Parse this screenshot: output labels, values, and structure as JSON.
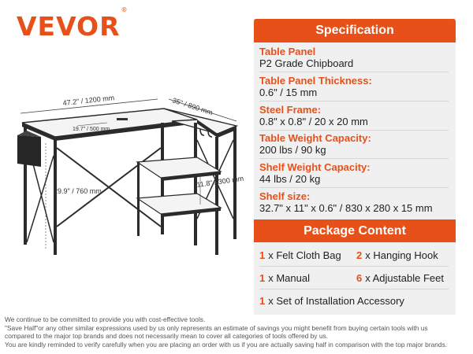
{
  "brand": {
    "name": "VEVOR",
    "mark": "®",
    "color": "#e8501a"
  },
  "illustration": {
    "width_label": "47.2\" / 1200 mm",
    "depth_label": "35\" / 890 mm",
    "inner_width_label": "19.7\" / 500 mm",
    "height_label": "29.9\" / 760 mm",
    "shelf_gap_label": "11.8\" / 300 mm"
  },
  "specification": {
    "title": "Specification",
    "rows": [
      {
        "label": "Table Panel",
        "value": "P2 Grade Chipboard"
      },
      {
        "label": "Table Panel Thickness:",
        "value": "0.6\" / 15 mm"
      },
      {
        "label": "Steel Frame:",
        "value": "0.8\" x 0.8\" / 20 x 20 mm"
      },
      {
        "label": "Table Weight Capacity:",
        "value": "200 lbs / 90 kg"
      },
      {
        "label": "Shelf Weight Capacity:",
        "value": "44 lbs / 20 kg"
      },
      {
        "label": "Shelf size:",
        "value": "32.7\" x 11\" x 0.6\" / 830 x 280 x 15 mm"
      }
    ]
  },
  "package": {
    "title": "Package Content",
    "items": [
      {
        "qty": "1",
        "text": "x Felt Cloth Bag"
      },
      {
        "qty": "2",
        "text": "x Hanging Hook"
      },
      {
        "qty": "1",
        "text": "x Manual"
      },
      {
        "qty": "6",
        "text": "x Adjustable Feet"
      },
      {
        "qty": "1",
        "text": "x Set of Installation Accessory"
      }
    ]
  },
  "disclaimer": [
    "We continue to be committed to provide you with cost-effective tools.",
    "\"Save Half\"or any other similar expressions used by us only represents an estimate of savings you might benefit from buying certain tools with us",
    "compared to the major top brands and does not necessarily mean to cover all categories of tools offered by us.",
    "You are kindly reminded to verify carefully when you are placing an order with us if you are actually saving half in comparison with the top major brands."
  ]
}
